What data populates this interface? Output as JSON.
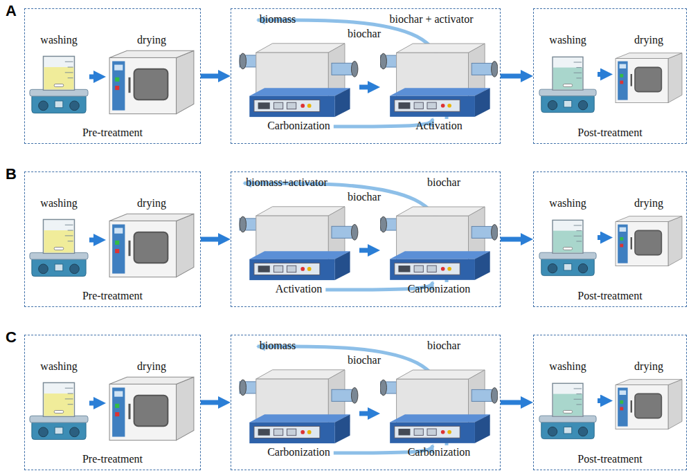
{
  "diagram": {
    "nodes": [
      {
        "text": [
          "Pre-treatment"
        ]
      },
      {
        "text": [
          "washing"
        ],
        "in": 0
      },
      {
        "text": [
          "drying"
        ],
        "in": 0
      },
      {
        "text": [
          "biomass",
          "biochar",
          "biochar + activator"
        ]
      },
      {
        "text": [
          "Carbonization"
        ],
        "in": 3
      },
      {
        "text": [
          "Activation"
        ],
        "in": 3
      },
      {
        "text": [
          "Post-treatment"
        ]
      },
      {
        "text": [
          "washing"
        ],
        "in": 6
      },
      {
        "text": [
          "drying"
        ],
        "in": 6
      },
      {
        "text": [
          "Pre-treatment"
        ]
      },
      {
        "text": [
          "washing"
        ],
        "in": 9
      },
      {
        "text": [
          "drying"
        ],
        "in": 9
      },
      {
        "text": [
          "biomass+activator",
          "biochar",
          "biochar"
        ]
      },
      {
        "text": [
          "Activation"
        ],
        "in": 12
      },
      {
        "text": [
          "Carbonization"
        ],
        "in": 12
      },
      {
        "text": [
          "Post-treatment"
        ]
      },
      {
        "text": [
          "washing"
        ],
        "in": 15
      },
      {
        "text": [
          "drying"
        ],
        "in": 15
      },
      {
        "text": [
          "Pre-treatment"
        ]
      },
      {
        "text": [
          "washing"
        ],
        "in": 18
      },
      {
        "text": [
          "drying"
        ],
        "in": 18
      },
      {
        "text": [
          "biomass",
          "biochar",
          "biochar"
        ]
      },
      {
        "text": [
          "Carbonization"
        ],
        "in": 21
      },
      {
        "text": [
          "Carbonization"
        ],
        "in": 21
      },
      {
        "text": [
          "Post-treatment"
        ]
      },
      {
        "text": [
          "washing"
        ],
        "in": 24
      },
      {
        "text": [
          "drying"
        ],
        "in": 24
      }
    ],
    "edges": [
      {
        "from": 1,
        "to": 2,
        "arrow": "to"
      },
      {
        "from": 0,
        "to": 3,
        "arrow": "to"
      },
      {
        "from": 4,
        "to": 5,
        "arrow": "to"
      },
      {
        "from": 3,
        "to": 6,
        "arrow": "to"
      },
      {
        "from": 7,
        "to": 8,
        "arrow": "to"
      },
      {
        "from": 10,
        "to": 11,
        "arrow": "to"
      },
      {
        "from": 9,
        "to": 12,
        "arrow": "to"
      },
      {
        "from": 13,
        "to": 14,
        "arrow": "to"
      },
      {
        "from": 12,
        "to": 15,
        "arrow": "to"
      },
      {
        "from": 16,
        "to": 17,
        "arrow": "to"
      },
      {
        "from": 19,
        "to": 20,
        "arrow": "to"
      },
      {
        "from": 18,
        "to": 21,
        "arrow": "to"
      },
      {
        "from": 22,
        "to": 23,
        "arrow": "to"
      },
      {
        "from": 21,
        "to": 24,
        "arrow": "to"
      },
      {
        "from": 25,
        "to": 26,
        "arrow": "to"
      }
    ],
    "labels": [
      "A",
      "B",
      "C"
    ]
  }
}
